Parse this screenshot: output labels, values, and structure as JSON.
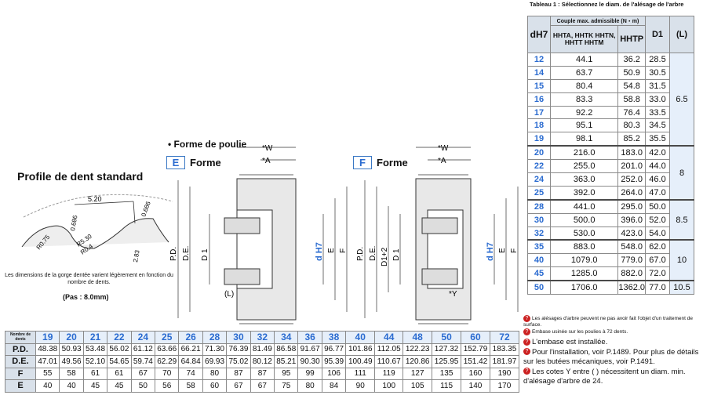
{
  "profile": {
    "title": "Profile de dent standard",
    "note": "Les dimensions de la gorge dentée varient légèrement en fonction du nombre de dents.",
    "pitch": "(Pas : 8.0mm)",
    "dims": [
      "5.20",
      "0.686",
      "0.686",
      "R5.30",
      "R0.75",
      "R0.4",
      "2.83"
    ]
  },
  "shape": {
    "title": "• Forme de poulie",
    "e_letter": "E",
    "e_label": "Forme",
    "f_letter": "F",
    "f_label": "Forme"
  },
  "drawing_labels": {
    "w": "*W",
    "a": "*A",
    "pd": "P.D.",
    "de": "D.E.",
    "d1": "D 1",
    "d1_2": "D1+2",
    "dh7": "d H7",
    "e": "E",
    "f": "F",
    "l": "(L)",
    "y": "*Y"
  },
  "right_table": {
    "caption": "Tableau 1 : Sélectionnez le diam. de l'alésage de l'arbre",
    "header_group": "Couple max. admissible (N・m)",
    "col_d": "dH7",
    "col_hhta": "HHTA, HHTK HHTN, HHTT HHTM",
    "col_hhtp": "HHTP",
    "col_d1": "D1",
    "col_l": "(L)",
    "rows": [
      [
        "12",
        "44.1",
        "36.2",
        "28.5"
      ],
      [
        "14",
        "63.7",
        "50.9",
        "30.5"
      ],
      [
        "15",
        "80.4",
        "54.8",
        "31.5"
      ],
      [
        "16",
        "83.3",
        "58.8",
        "33.0"
      ],
      [
        "17",
        "92.2",
        "76.4",
        "33.5"
      ],
      [
        "18",
        "95.1",
        "80.3",
        "34.5"
      ],
      [
        "19",
        "98.1",
        "85.2",
        "35.5"
      ],
      [
        "20",
        "216.0",
        "183.0",
        "42.0"
      ],
      [
        "22",
        "255.0",
        "201.0",
        "44.0"
      ],
      [
        "24",
        "363.0",
        "252.0",
        "46.0"
      ],
      [
        "25",
        "392.0",
        "264.0",
        "47.0"
      ],
      [
        "28",
        "441.0",
        "295.0",
        "50.0"
      ],
      [
        "30",
        "500.0",
        "396.0",
        "52.0"
      ],
      [
        "32",
        "530.0",
        "423.0",
        "54.0"
      ],
      [
        "35",
        "883.0",
        "548.0",
        "62.0"
      ],
      [
        "40",
        "1079.0",
        "779.0",
        "67.0"
      ],
      [
        "45",
        "1285.0",
        "882.0",
        "72.0"
      ],
      [
        "50",
        "1706.0",
        "1362.0",
        "77.0"
      ]
    ],
    "l_groups": [
      "6.5",
      "8",
      "8.5",
      "10",
      "10.5"
    ]
  },
  "notes": {
    "small1": "Les alésages d'arbre peuvent ne pas avoir fait l'objet d'un traitement de surface.",
    "small2": "Embase usinée sur les poulies à 72 dents.",
    "n1": "L'embase est installée.",
    "n2": "Pour l'installation, voir P.1489. Pour plus de détails sur les butées mécaniques, voir P.1491.",
    "n3": "Les cotes Y entre ( ) nécessitent un diam. min. d'alésage d'arbre de 24."
  },
  "bottom_table": {
    "header": "Nombre de dents",
    "teeth": [
      "19",
      "20",
      "21",
      "22",
      "24",
      "25",
      "26",
      "28",
      "30",
      "32",
      "34",
      "36",
      "38",
      "40",
      "44",
      "48",
      "50",
      "60",
      "72"
    ],
    "rows": [
      {
        "label": "P.D.",
        "values": [
          "48.38",
          "50.93",
          "53.48",
          "56.02",
          "61.12",
          "63.66",
          "66.21",
          "71.30",
          "76.39",
          "81.49",
          "86.58",
          "91.67",
          "96.77",
          "101.86",
          "112.05",
          "122.23",
          "127.32",
          "152.79",
          "183.35"
        ]
      },
      {
        "label": "D.E.",
        "values": [
          "47.01",
          "49.56",
          "52.10",
          "54.65",
          "59.74",
          "62.29",
          "64.84",
          "69.93",
          "75.02",
          "80.12",
          "85.21",
          "90.30",
          "95.39",
          "100.49",
          "110.67",
          "120.86",
          "125.95",
          "151.42",
          "181.97"
        ]
      },
      {
        "label": "F",
        "values": [
          "55",
          "58",
          "61",
          "61",
          "67",
          "70",
          "74",
          "80",
          "87",
          "87",
          "95",
          "99",
          "106",
          "111",
          "119",
          "127",
          "135",
          "160",
          "190"
        ]
      },
      {
        "label": "E",
        "values": [
          "40",
          "40",
          "45",
          "45",
          "50",
          "56",
          "58",
          "60",
          "67",
          "67",
          "75",
          "80",
          "84",
          "90",
          "100",
          "105",
          "115",
          "140",
          "170"
        ]
      }
    ]
  },
  "colors": {
    "accent": "#2a6bd0",
    "header_bg": "#d9e1ea",
    "light_bg": "#e6effa"
  }
}
